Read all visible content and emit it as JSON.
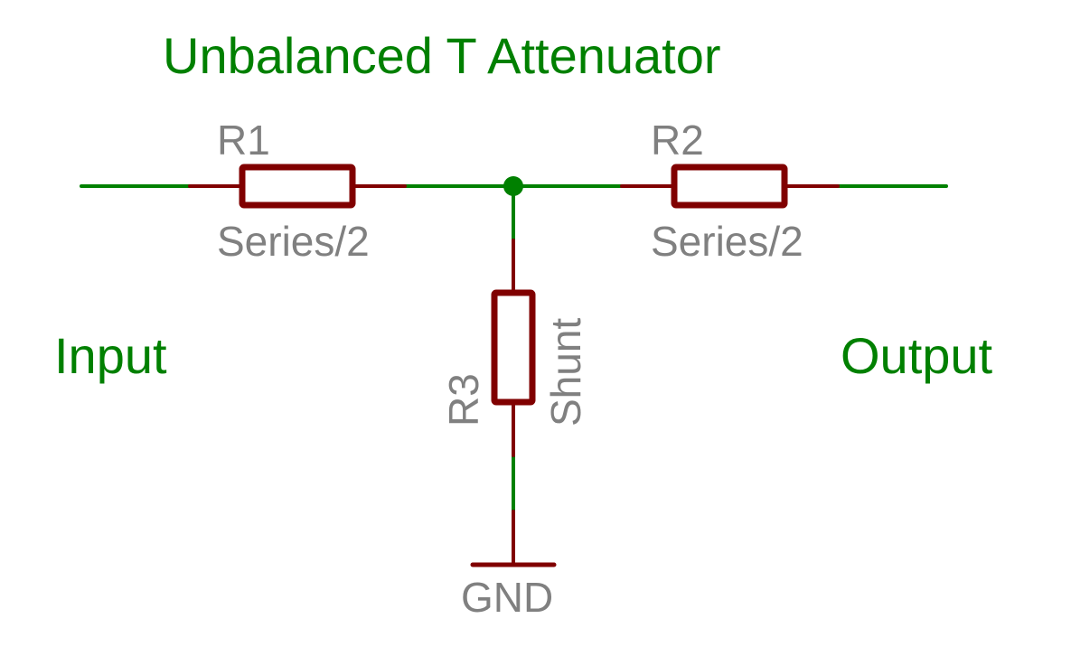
{
  "title": "Unbalanced T Attenuator",
  "ports": {
    "input": "Input",
    "output": "Output"
  },
  "components": [
    {
      "ref": "R1",
      "value": "Series/2"
    },
    {
      "ref": "R2",
      "value": "Series/2"
    },
    {
      "ref": "R3",
      "value": "Shunt"
    }
  ],
  "ground": {
    "label": "GND"
  },
  "colors": {
    "net": "#008000",
    "component": "#800000",
    "label": "#808080",
    "text": "#008000"
  }
}
